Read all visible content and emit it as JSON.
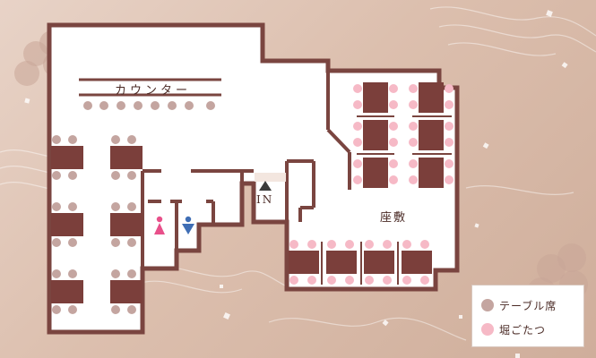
{
  "labels": {
    "counter": "カウンター",
    "entrance": "IN",
    "zashiki": "座敷"
  },
  "legend": {
    "items": [
      {
        "label": "テーブル席",
        "color": "#c4a5a0"
      },
      {
        "label": "堀ごたつ",
        "color": "#f6b9c6"
      }
    ]
  },
  "colors": {
    "wall": "#7a4540",
    "floor": "#ffffff",
    "table": "#7b3f3b",
    "table_seat": "#c4a5a0",
    "kotatsu_seat": "#f6b9c6",
    "restroom_female": "#e8508a",
    "restroom_male": "#3f6eb5",
    "entrance_arrow": "#3a3a3a"
  },
  "icons": {
    "entrance": "up-arrow-icon",
    "female_restroom": "female-restroom-icon",
    "male_restroom": "male-restroom-icon"
  }
}
